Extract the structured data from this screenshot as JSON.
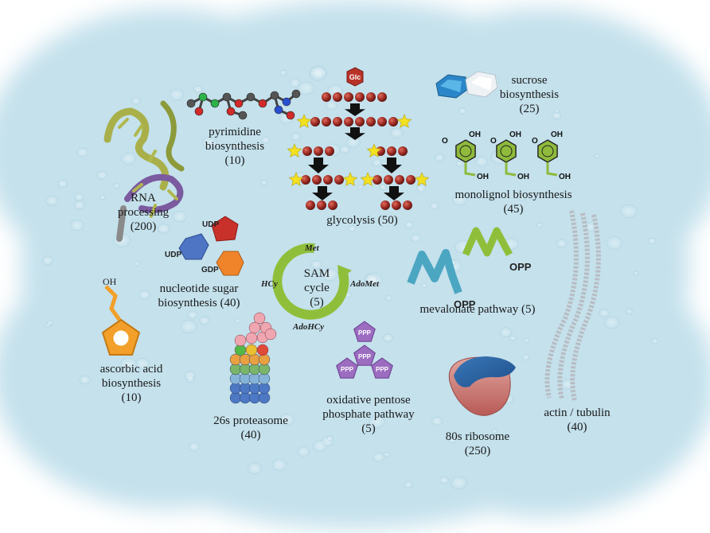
{
  "labels": {
    "rna": {
      "line1": "RNA",
      "line2": "processing",
      "count": "(200)"
    },
    "pyrimidine": {
      "line1": "pyrimidine",
      "line2": "biosynthesis",
      "count": "(10)"
    },
    "glycolysis": {
      "text": "glycolysis (50)"
    },
    "sucrose": {
      "line1": "sucrose",
      "line2": "biosynthesis",
      "count": "(25)"
    },
    "monolignol": {
      "line1": "monolignol biosynthesis",
      "count": "(45)"
    },
    "nucleotide_sugar": {
      "line1": "nucleotide sugar",
      "line2": "biosynthesis (40)"
    },
    "sam": {
      "line1": "SAM",
      "line2": "cycle",
      "count": "(5)"
    },
    "mevalonate": {
      "text": "mevalonate pathway (5)"
    },
    "ascorbic": {
      "line1": "ascorbic acid",
      "line2": "biosynthesis",
      "count": "(10)"
    },
    "proteasome": {
      "line1": "26s proteasome",
      "count": "(40)"
    },
    "oxidative": {
      "line1": "oxidative pentose",
      "line2": "phosphate pathway",
      "count": "(5)"
    },
    "ribosome": {
      "line1": "80s ribosome",
      "count": "(250)"
    },
    "actin": {
      "line1": "actin / tubulin",
      "count": "(40)"
    }
  },
  "molecules": {
    "glc": "Glc",
    "udp1": "UDP",
    "udp2": "UDP",
    "gdp": "GDP",
    "oh_ascorbic": "OH",
    "oh": "OH",
    "opp": "OPP",
    "ppp": "PPP",
    "met": "Met",
    "hcy": "HCy",
    "adomet": "AdoMet",
    "adohcy": "AdoHCy"
  },
  "colors": {
    "background": "#c9e4ee",
    "bead": "#9a2a22",
    "star": "#f3e020",
    "arrow": "#111111",
    "sam_ring": "#8fbf3a",
    "ascorbic": "#f2a02a",
    "ppp": "#9c6cc0",
    "monolignol_ring": "#8fba3c",
    "mevalonate_teal": "#4ba6c2",
    "mevalonate_green": "#8fbf3a"
  }
}
